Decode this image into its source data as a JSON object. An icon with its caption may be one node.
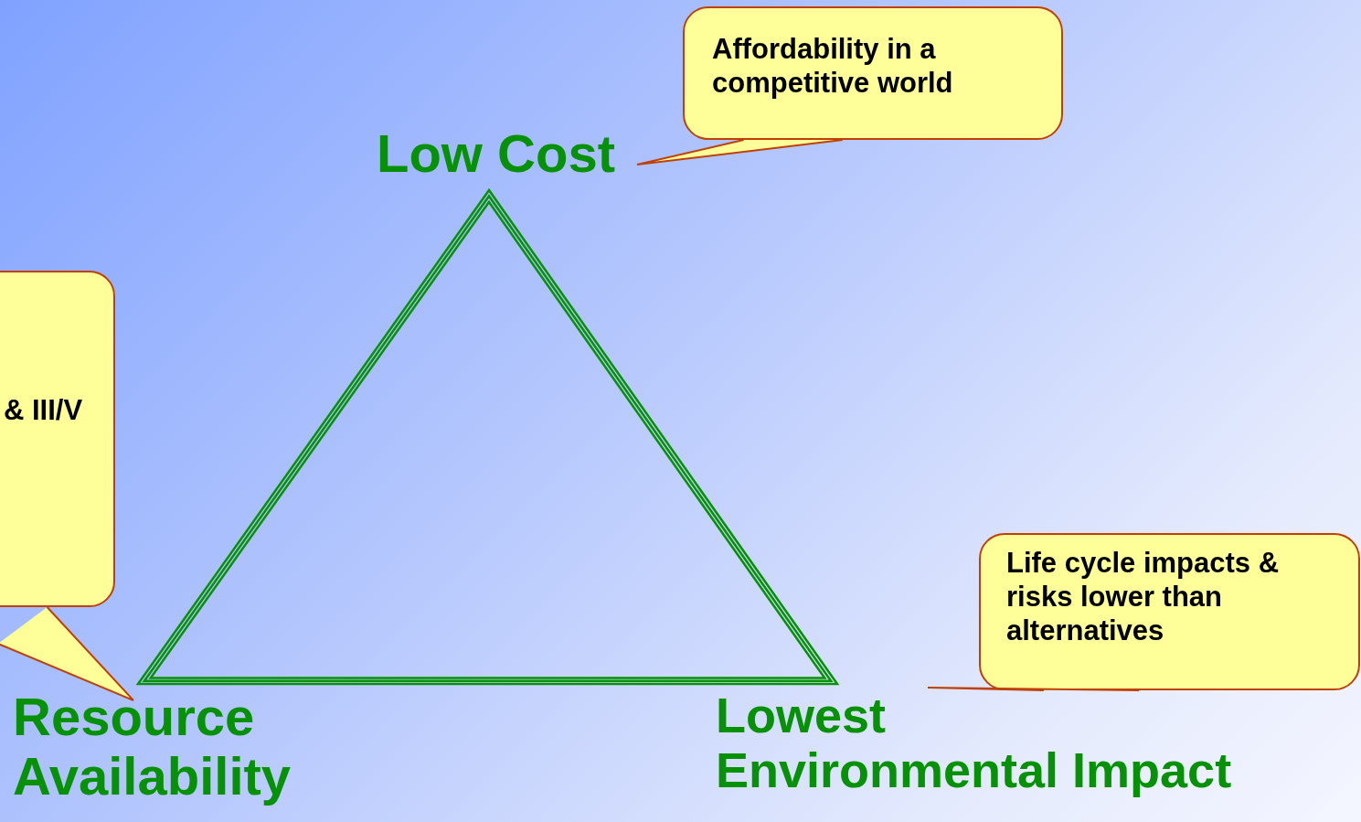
{
  "diagram": {
    "nodes": [
      {
        "text": [
          "Affordability in a competitive world"
        ]
      },
      {
        "text": [
          "Low Cost"
        ]
      },
      {
        "text": [
          "& III/V"
        ]
      },
      {
        "text": [
          "Resource Availability"
        ]
      },
      {
        "text": [
          "Life cycle impacts & risks lower than alternatives"
        ]
      },
      {
        "text": [
          "Lowest Environmental Impact"
        ]
      }
    ],
    "edges": [
      {
        "from": 0,
        "to": 1,
        "arrow": "none"
      },
      {
        "from": 2,
        "to": 3,
        "arrow": "none"
      },
      {
        "from": 4,
        "to": 5,
        "arrow": "none"
      }
    ]
  }
}
